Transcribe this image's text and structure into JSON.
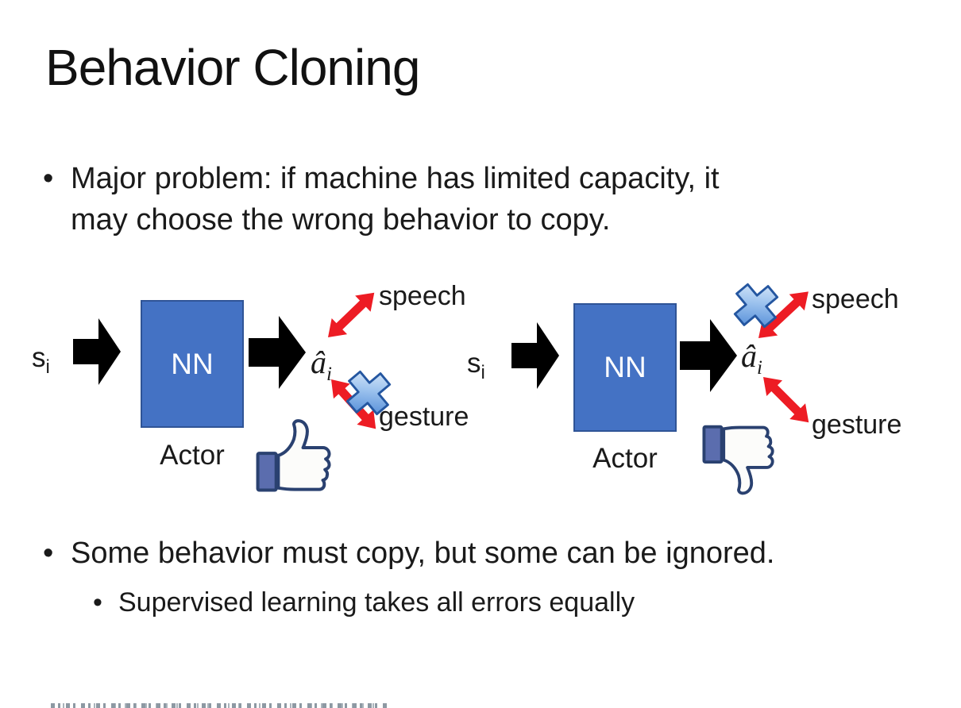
{
  "slide": {
    "title": "Behavior Cloning",
    "bullet_glyph": "•",
    "bullet1_line1": "Major problem: if machine has limited capacity, it",
    "bullet1_line2": "may choose the wrong behavior to copy.",
    "bullet2": "Some behavior must copy, but some can be ignored.",
    "bullet2_sub": "Supervised learning takes all errors equally"
  },
  "diagram_left": {
    "input_symbol": "s",
    "input_subscript": "i",
    "nn_label": "NN",
    "actor_label": "Actor",
    "output_symbol": "â",
    "output_subscript": "i",
    "branch_top": "speech",
    "branch_bottom": "gesture",
    "crossed_branch": "gesture",
    "feedback_icon": "thumbs-up"
  },
  "diagram_right": {
    "input_symbol": "s",
    "input_subscript": "i",
    "nn_label": "NN",
    "actor_label": "Actor",
    "output_symbol": "â",
    "output_subscript": "i",
    "branch_top": "speech",
    "branch_bottom": "gesture",
    "crossed_branch": "speech",
    "feedback_icon": "thumbs-down"
  },
  "colors": {
    "background": "#ffffff",
    "text": "#1a1a1a",
    "nn_box_fill": "#4472c4",
    "nn_box_border": "#2f5496",
    "nn_text": "#ffffff",
    "block_arrow": "#000000",
    "branch_arrow_red": "#ed1c24",
    "cross_blue": "#4a86d8",
    "cross_border": "#2456a0",
    "thumb_outline": "#2a4170",
    "thumb_cuff_fill": "#5b6dae",
    "thumb_hand_fill": "#fcfcfa"
  }
}
